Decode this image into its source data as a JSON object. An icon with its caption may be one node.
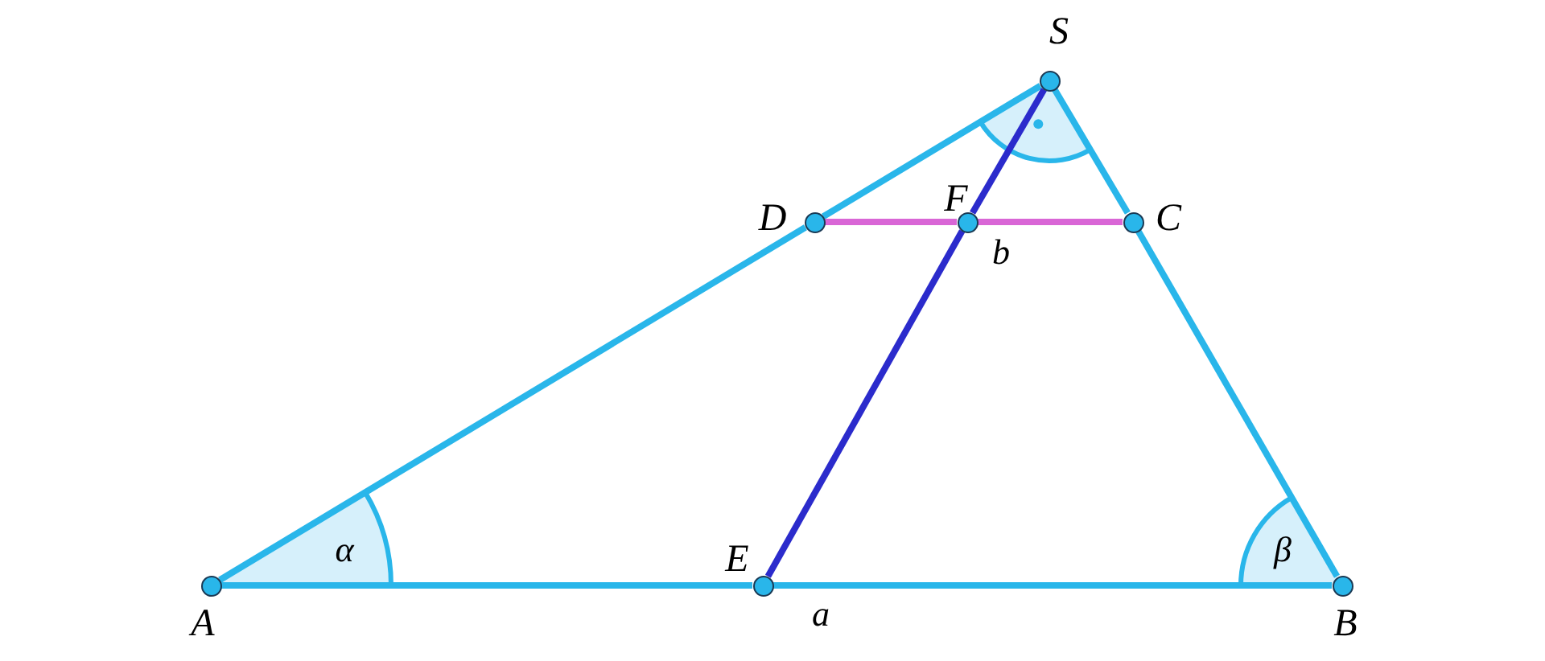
{
  "diagram": {
    "nodes": [
      {
        "text": [],
        "shape": "circle",
        "beside": [
          "S"
        ]
      },
      {
        "text": [],
        "shape": "circle",
        "beside": [
          "D"
        ]
      },
      {
        "text": [],
        "shape": "circle",
        "beside": [
          "F"
        ]
      },
      {
        "text": [],
        "shape": "circle",
        "beside": [
          "C"
        ]
      },
      {
        "text": [],
        "shape": "circle",
        "beside": [
          "A"
        ]
      },
      {
        "text": [],
        "shape": "circle",
        "beside": [
          "E"
        ]
      },
      {
        "text": [],
        "shape": "circle",
        "beside": [
          "B"
        ]
      }
    ],
    "edges": [
      {
        "from": 0,
        "to": 1,
        "arrow": "none"
      },
      {
        "from": 1,
        "to": 4,
        "arrow": "none"
      },
      {
        "from": 0,
        "to": 3,
        "arrow": "none"
      },
      {
        "from": 3,
        "to": 6,
        "arrow": "none"
      },
      {
        "from": 4,
        "to": 5,
        "arrow": "none"
      },
      {
        "from": 5,
        "to": 6,
        "arrow": "none"
      },
      {
        "from": 1,
        "to": 2,
        "arrow": "none",
        "color": "#d966d6"
      },
      {
        "from": 2,
        "to": 3,
        "arrow": "none",
        "color": "#d966d6"
      },
      {
        "from": 0,
        "to": 2,
        "arrow": "none",
        "color": "#2b2bcc"
      },
      {
        "from": 2,
        "to": 5,
        "arrow": "none",
        "color": "#2b2bcc"
      }
    ],
    "labels": [
      "b",
      "α",
      "β",
      "a"
    ]
  }
}
